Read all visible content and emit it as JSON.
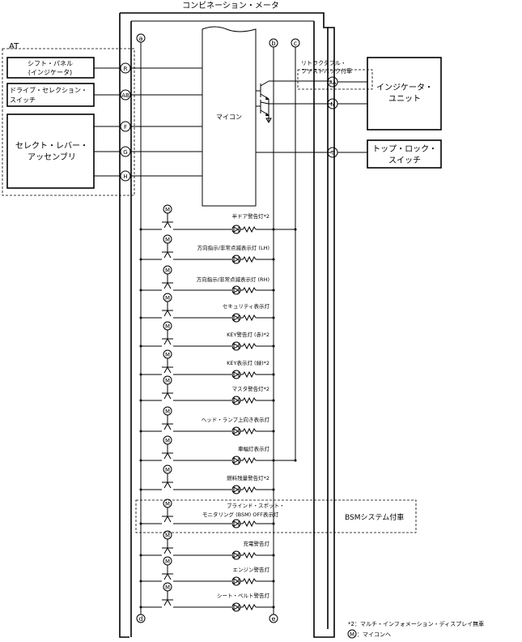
{
  "title": "コンビネーション・メータ",
  "at_label": "AT",
  "bsm_label": "BSMシステム付車",
  "retract_label": [
    "リトラクタブル・",
    "ファストバック付車"
  ],
  "microcomputer": "マイコン",
  "left_blocks": [
    {
      "lines": [
        "シフト・パネル",
        "(インジケータ)"
      ]
    },
    {
      "lines": [
        "ドライブ・セレクション・",
        "スイッチ"
      ]
    },
    {
      "lines": [
        "セレクト・レバー・",
        "アッセンブリ"
      ]
    }
  ],
  "right_blocks": [
    {
      "lines": [
        "インジケータ・",
        "ユニット"
      ]
    },
    {
      "lines": [
        "トップ・ロック・",
        "スイッチ"
      ]
    }
  ],
  "pins": [
    "R",
    "AB",
    "F",
    "G",
    "H",
    "AA",
    "N",
    "T"
  ],
  "bus_labels": [
    "a",
    "b",
    "c",
    "d",
    "e"
  ],
  "m_symbol": "M",
  "lamps": [
    "半ドア警告灯*2",
    "方向指示/非常点滅表示灯 (LH)",
    "方向指示/非常点滅表示灯 (RH)",
    "セキュリティ表示灯",
    "KEY警告灯 (赤)*2",
    "KEY表示灯 (緑)*2",
    "マスタ警告灯*2",
    "ヘッド・ランプ上向き表示灯",
    "車幅灯表示灯",
    "燃料残量警告灯*2",
    "ブラインド・スポット・",
    "モニタリング (BSM) OFF表示灯",
    "充電警告灯",
    "エンジン警告灯",
    "シート・ベルト警告灯"
  ],
  "notes": [
    "*2：マルチ・インフォメーション・ディスプレイ無車",
    "：マイコンへ"
  ]
}
